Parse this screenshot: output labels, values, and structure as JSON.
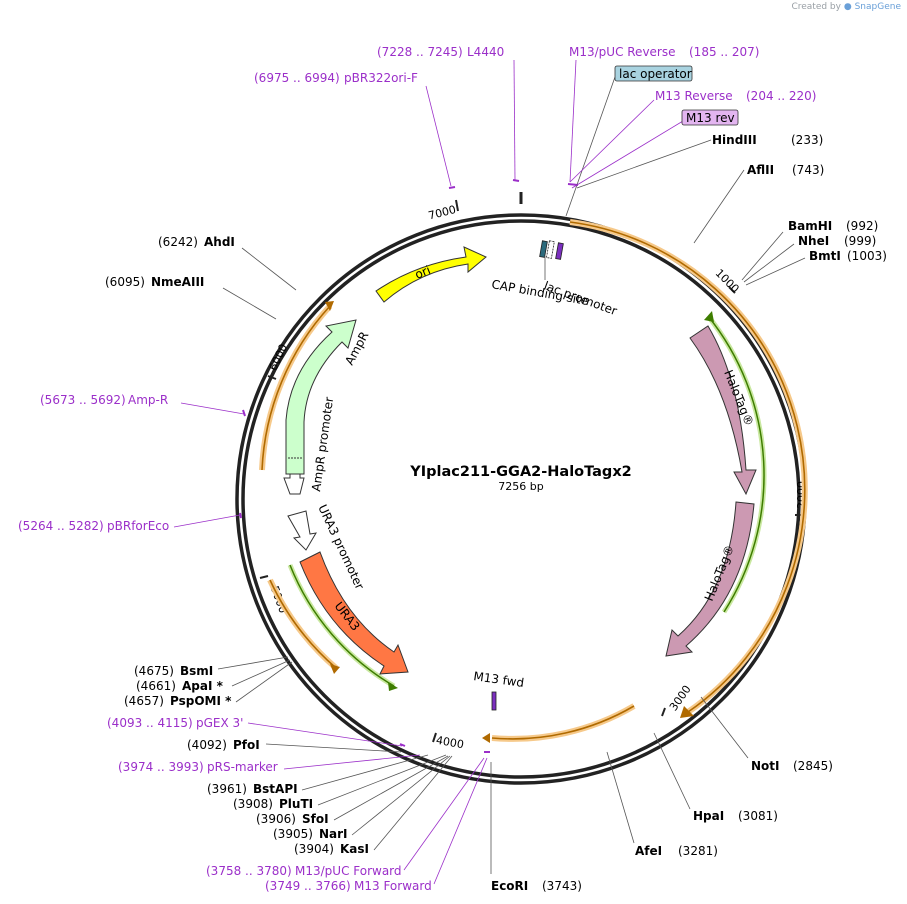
{
  "credit": {
    "prefix": "Created by",
    "brand": "SnapGene"
  },
  "plasmid": {
    "name": "YIplac211-GGA2-HaloTagx2",
    "size_label": "7256 bp",
    "length": 7256
  },
  "ticks": [
    "1000",
    "2000",
    "3000",
    "4000",
    "5000",
    "6000",
    "7000"
  ],
  "features": [
    {
      "id": "ori",
      "label": "ori",
      "color": "#ffff00",
      "kind": "arrow"
    },
    {
      "id": "ampr",
      "label": "AmpR",
      "color": "#ccffcc",
      "kind": "arrow"
    },
    {
      "id": "ampr_promoter",
      "label": "AmpR promoter",
      "color": "#ffffff",
      "kind": "arrow"
    },
    {
      "id": "ura3_promoter",
      "label": "URA3 promoter",
      "color": "#ffffff",
      "kind": "arrow"
    },
    {
      "id": "ura3",
      "label": "URA3",
      "color": "#ff7744",
      "kind": "arrow"
    },
    {
      "id": "halotag1",
      "label": "HaloTag®",
      "color": "#cc99b2",
      "kind": "arrow"
    },
    {
      "id": "halotag2",
      "label": "HaloTag®",
      "color": "#cc99b2",
      "kind": "arrow"
    },
    {
      "id": "lac_promoter",
      "label": "lac promoter",
      "kind": "label"
    },
    {
      "id": "cap_site",
      "label": "CAP binding site",
      "kind": "label"
    },
    {
      "id": "m13_fwd",
      "label": "M13 fwd",
      "kind": "label"
    }
  ],
  "primers": [
    {
      "range": "(7228 .. 7245)",
      "name": "L4440"
    },
    {
      "range": "(6975 .. 6994)",
      "name": "pBR322ori-F"
    },
    {
      "name": "M13/pUC Reverse",
      "range": "(185 .. 207)"
    },
    {
      "name": "M13 Reverse",
      "range": "(204 .. 220)"
    },
    {
      "range": "(5673 .. 5692)",
      "name": "Amp-R"
    },
    {
      "range": "(5264 .. 5282)",
      "name": "pBRforEco"
    },
    {
      "range": "(4093 .. 4115)",
      "name": "pGEX 3'"
    },
    {
      "range": "(3974 .. 3993)",
      "name": "pRS-marker"
    },
    {
      "range": "(3758 .. 3780)",
      "name": "M13/pUC Forward"
    },
    {
      "range": "(3749 .. 3766)",
      "name": "M13 Forward"
    }
  ],
  "boxes": [
    {
      "label": "lac operator",
      "fill": "#a9d3e0"
    },
    {
      "label": "M13 rev",
      "fill": "#e3b5f0"
    }
  ],
  "enzymes": [
    {
      "name": "HindIII",
      "pos": "(233)"
    },
    {
      "name": "AflII",
      "pos": "(743)"
    },
    {
      "name": "BamHI",
      "pos": "(992)"
    },
    {
      "name": "NheI",
      "pos": "(999)"
    },
    {
      "name": "BmtI",
      "pos": "(1003)"
    },
    {
      "name": "NotI",
      "pos": "(2845)"
    },
    {
      "name": "HpaI",
      "pos": "(3081)"
    },
    {
      "name": "AfeI",
      "pos": "(3281)"
    },
    {
      "name": "EcoRI",
      "pos": "(3743)"
    },
    {
      "pos": "(6242)",
      "name": "AhdI"
    },
    {
      "pos": "(6095)",
      "name": "NmeAIII"
    },
    {
      "pos": "(4675)",
      "name": "BsmI"
    },
    {
      "pos": "(4661)",
      "name": "ApaI *"
    },
    {
      "pos": "(4657)",
      "name": "PspOMI *"
    },
    {
      "pos": "(4092)",
      "name": "PfoI"
    },
    {
      "pos": "(3961)",
      "name": "BstAPI"
    },
    {
      "pos": "(3908)",
      "name": "PluTI"
    },
    {
      "pos": "(3906)",
      "name": "SfoI"
    },
    {
      "pos": "(3905)",
      "name": "NarI"
    },
    {
      "pos": "(3904)",
      "name": "KasI"
    }
  ]
}
